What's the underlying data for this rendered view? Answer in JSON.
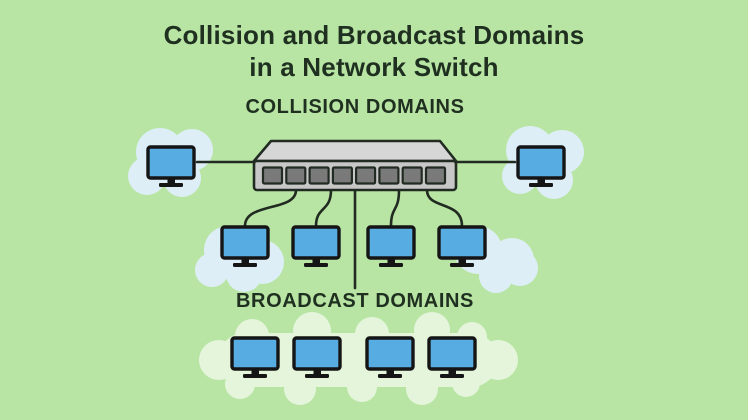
{
  "page": {
    "title_line1": "Collision and Broadcast Domains",
    "title_line2": "in a Network Switch",
    "background_color": "#b9e5a4",
    "text_color": "#1f3020"
  },
  "diagram": {
    "collision_label": "COLLISION DOMAINS",
    "broadcast_label": "BROADCAST DOMAINS",
    "switch": {
      "label": "network-switch",
      "port_count": 8
    },
    "collision_domain_devices": {
      "left_of_switch": 1,
      "right_of_switch": 1,
      "below_switch": 4
    },
    "broadcast_domain_devices": 4,
    "colors": {
      "monitor_screen": "#57ace1",
      "monitor_frame": "#151515",
      "switch_top": "#d6d6d6",
      "switch_front": "#c7c7c7",
      "switch_port": "#7a7a7a",
      "connection_line": "#212b21",
      "collision_cloud": "#ddeef6",
      "broadcast_cloud": "#e4f5dc"
    }
  }
}
